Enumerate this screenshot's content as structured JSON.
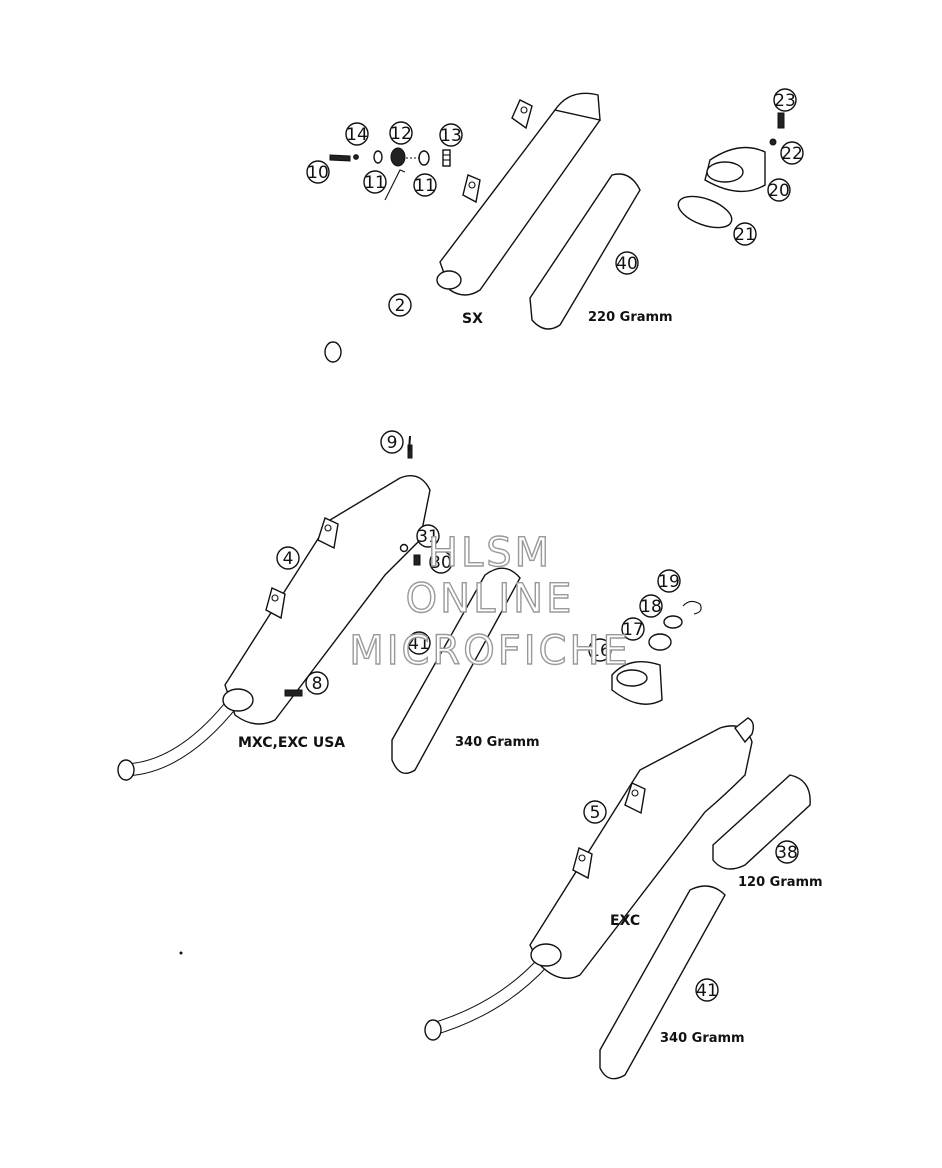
{
  "callouts": [
    {
      "id": "c2",
      "label": "2"
    },
    {
      "id": "c4",
      "label": "4"
    },
    {
      "id": "c5",
      "label": "5"
    },
    {
      "id": "c8",
      "label": "8"
    },
    {
      "id": "c9",
      "label": "9"
    },
    {
      "id": "c10",
      "label": "10"
    },
    {
      "id": "c11a",
      "label": "11"
    },
    {
      "id": "c11b",
      "label": "11"
    },
    {
      "id": "c12",
      "label": "12"
    },
    {
      "id": "c13",
      "label": "13"
    },
    {
      "id": "c14",
      "label": "14"
    },
    {
      "id": "c16",
      "label": "16"
    },
    {
      "id": "c17",
      "label": "17"
    },
    {
      "id": "c18",
      "label": "18"
    },
    {
      "id": "c19",
      "label": "19"
    },
    {
      "id": "c20",
      "label": "20"
    },
    {
      "id": "c21",
      "label": "21"
    },
    {
      "id": "c22",
      "label": "22"
    },
    {
      "id": "c23",
      "label": "23"
    },
    {
      "id": "c30",
      "label": "30"
    },
    {
      "id": "c31",
      "label": "31"
    },
    {
      "id": "c38",
      "label": "38"
    },
    {
      "id": "c40",
      "label": "40"
    },
    {
      "id": "c41a",
      "label": "41"
    },
    {
      "id": "c41b",
      "label": "41"
    }
  ],
  "variants": {
    "sx": "SX",
    "mxc": "MXC,EXC USA",
    "exc": "EXC"
  },
  "weights": {
    "w220": "220 Gramm",
    "w340a": "340 Gramm",
    "w120": "120 Gramm",
    "w340b": "340 Gramm"
  },
  "watermark": {
    "line1": "HLSM",
    "line2": "ONLINE",
    "line3": "MICROFICHE"
  }
}
